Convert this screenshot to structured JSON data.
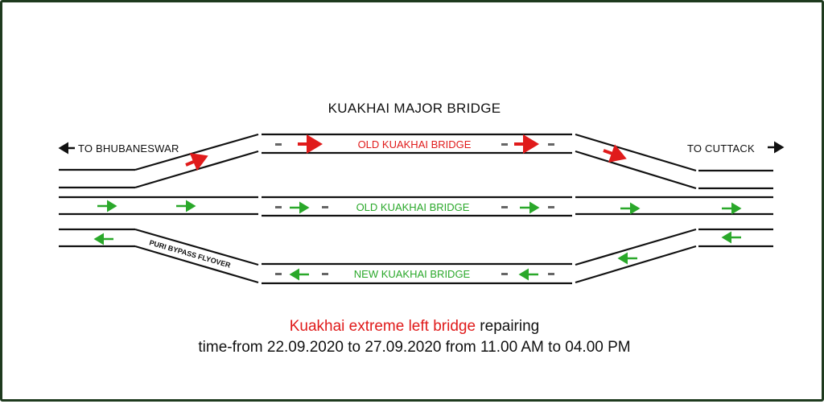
{
  "title": "KUAKHAI MAJOR BRIDGE",
  "destinations": {
    "left": "TO BHUBANESWAR",
    "right": "TO CUTTACK"
  },
  "bridges": {
    "top": "OLD KUAKHAI BRIDGE",
    "middle": "OLD KUAKHAI BRIDGE",
    "bottom": "NEW KUAKHAI BRIDGE"
  },
  "flyover_label": "PURI BYPASS FLYOVER",
  "notice": {
    "line1_red": "Kuakhai extreme left bridge",
    "line1_rest": " repairing",
    "line2": "time-from 22.09.2020 to 27.09.2020 from 11.00 AM to 04.00 PM"
  },
  "colors": {
    "red_arrow": "#e01b1b",
    "green_arrow": "#2aa82a",
    "road_line": "#111111",
    "frame": "#1e3a1e"
  }
}
